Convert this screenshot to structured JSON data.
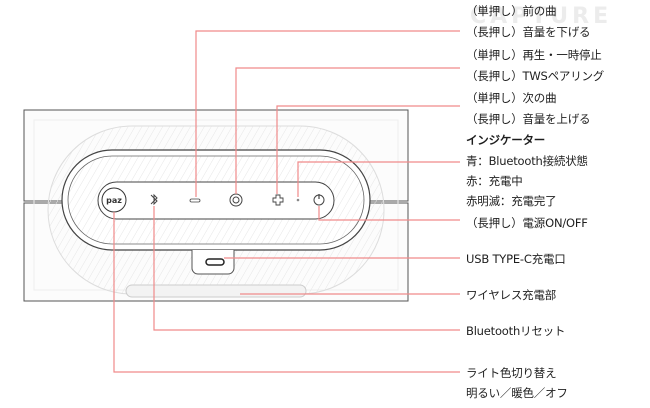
{
  "watermark": "CAPTURE",
  "colors": {
    "leader_line": "#f08a8a",
    "outline": "#3a3a3a",
    "background": "#ffffff"
  },
  "device": {
    "logo_text": "paz",
    "buttons": [
      {
        "id": "logo",
        "icon": "paz-logo-icon"
      },
      {
        "id": "bluetooth",
        "icon": "bluetooth-icon"
      },
      {
        "id": "minus",
        "icon": "minus-icon"
      },
      {
        "id": "play",
        "icon": "play-pause-icon"
      },
      {
        "id": "plus",
        "icon": "plus-icon"
      },
      {
        "id": "indicator",
        "icon": "indicator-led-icon"
      },
      {
        "id": "power",
        "icon": "power-icon"
      }
    ]
  },
  "labels": {
    "prev_short": "（単押し）前の曲",
    "prev_long": "（長押し）音量を下げる",
    "play_short": "（単押し）再生・一時停止",
    "play_long": "（長押し）TWSペアリング",
    "next_short": "（単押し）次の曲",
    "next_long": "（長押し）音量を上げる",
    "indicator_title": "インジケーター",
    "indicator_blue": "青：Bluetooth接続状態",
    "indicator_red": "赤：充電中",
    "indicator_blink": "赤明滅：充電完了",
    "power": "（長押し）電源ON/OFF",
    "usb": "USB TYPE-C充電口",
    "wireless": "ワイヤレス充電部",
    "bt_reset": "Bluetoothリセット",
    "light_title": "ライト色切り替え",
    "light_options": "明るい／暖色／オフ"
  }
}
